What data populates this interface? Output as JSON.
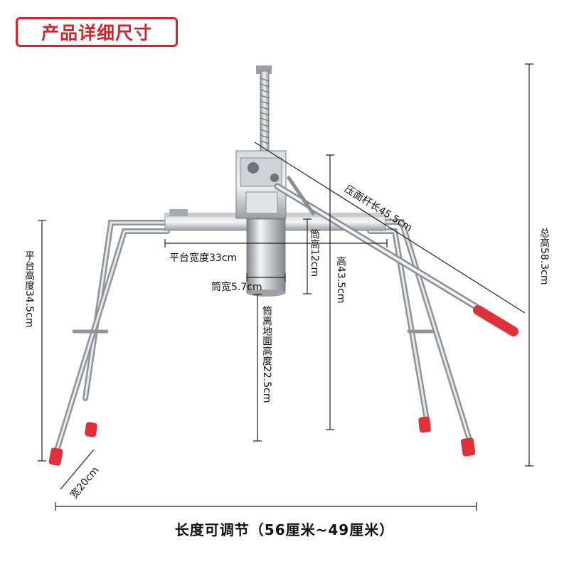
{
  "title": "产品详细尺寸",
  "dimensions": {
    "platform_width": "平台宽度33cm",
    "tube_height": "筒高12cm",
    "tube_width": "筒宽5.7cm",
    "tube_to_ground": "筒离地面高度22.5cm",
    "height": "高43.5cm",
    "platform_height": "平台高度34.5cm",
    "total_height": "总高58.3cm",
    "press_rod_length": "压面杆长45.5cm",
    "leg_width": "宽20cm"
  },
  "caption": "长度可调节（56厘米~49厘米）",
  "colors": {
    "title_red": "#d3242a",
    "foot_red": "#e0303a",
    "steel": "#b9bdc2"
  }
}
